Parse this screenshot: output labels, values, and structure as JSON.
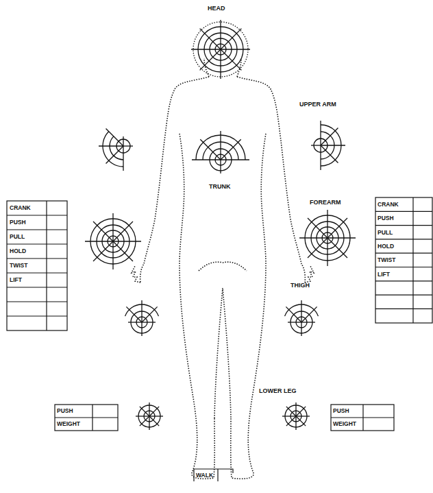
{
  "diagram": {
    "labels": [
      "HEAD",
      "UPPER ARM",
      "TRUNK",
      "CRANK",
      "PUSH",
      "PULL",
      "HOLD",
      "TWIST",
      "LIFT",
      "FOREARM",
      "CRANK",
      "PUSH",
      "PULL",
      "HOLD",
      "TWIST",
      "LIFT",
      "THIGH",
      "LOWER LEG",
      "PUSH",
      "WEIGHT",
      "PUSH",
      "WEIGHT",
      "WALK"
    ]
  }
}
